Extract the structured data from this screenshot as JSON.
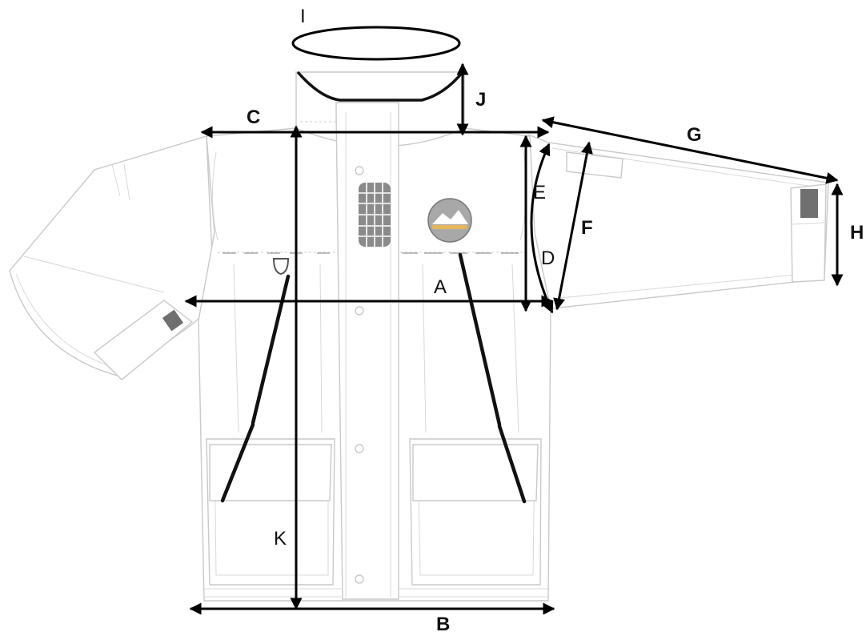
{
  "diagram": {
    "labels": {
      "A": "A",
      "B": "B",
      "C": "C",
      "D": "D",
      "E": "E",
      "F": "F",
      "G": "G",
      "H": "H",
      "I": "I",
      "J": "J",
      "K": "K"
    },
    "colors": {
      "arrow": "#000000",
      "outline": "#c9c9c9",
      "patch_fill": "#8a8a8a",
      "badge_fill": "#a8a8a8",
      "badge_accent": "#e6b45a"
    }
  }
}
